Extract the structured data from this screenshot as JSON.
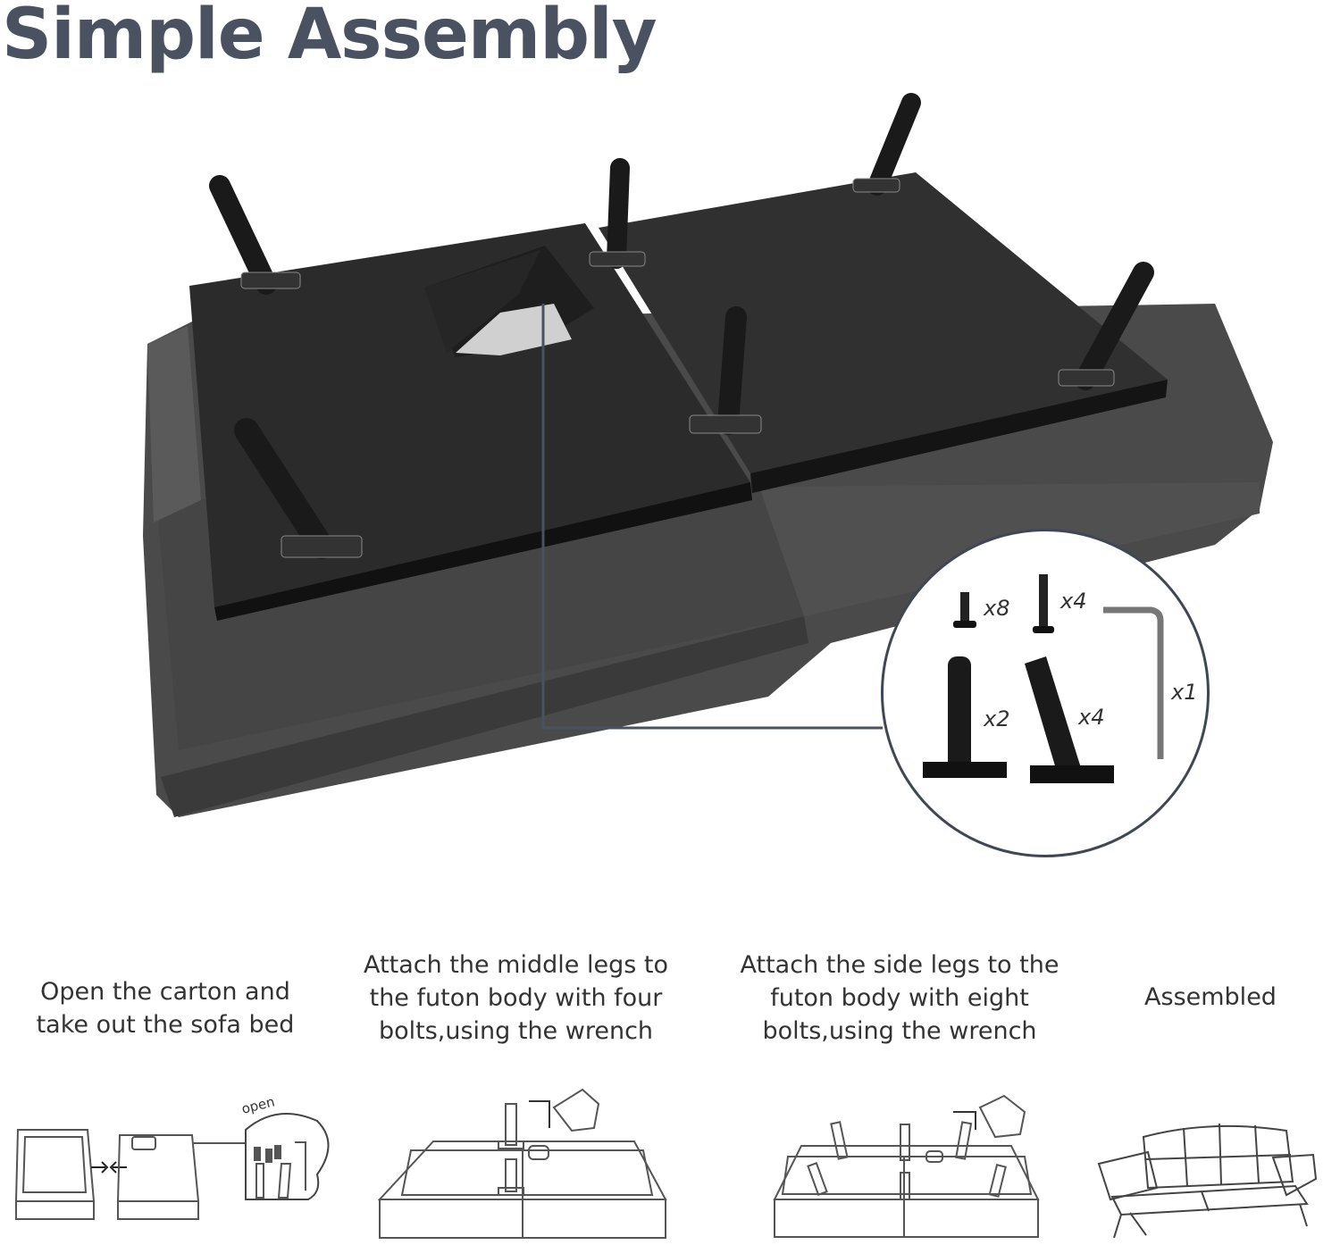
{
  "title": "Simple Assembly",
  "callout": {
    "parts": [
      {
        "name": "short-bolt",
        "qty": "x8"
      },
      {
        "name": "long-bolt",
        "qty": "x4"
      },
      {
        "name": "allen-wrench",
        "qty": "x1"
      },
      {
        "name": "straight-middle-leg",
        "qty": "x2"
      },
      {
        "name": "angled-side-leg",
        "qty": "x4"
      }
    ]
  },
  "steps": [
    {
      "text": "Open the carton and take out the sofa bed",
      "badge": "open"
    },
    {
      "text": "Attach the middle legs to the futon body with four bolts,using the wrench"
    },
    {
      "text": "Attach the side legs to the futon body with eight bolts,using the wrench"
    },
    {
      "text": "Assembled"
    }
  ],
  "colors": {
    "title": "#4a5161",
    "fabric": "#3b3b3b",
    "board": "#2e2e2e",
    "callout_border": "#3f4656"
  }
}
